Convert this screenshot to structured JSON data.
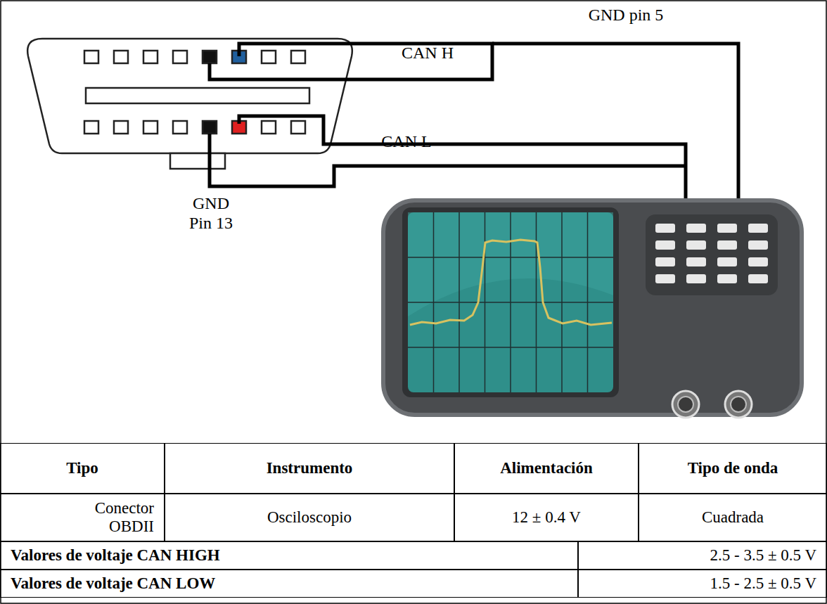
{
  "diagram": {
    "labels": [
      "GND pin 5",
      "CAN H",
      "CAN L",
      "GND Pin 13",
      "Tipo",
      "Instrumento",
      "Alimentación",
      "Tipo de onda",
      "Conector OBDII",
      "Osciloscopio",
      "12 ± 0.4 V",
      "Cuadrada",
      "Valores de voltaje CAN HIGH",
      "2.5 - 3.5 ± 0.5 V",
      "Valores de voltaje CAN LOW",
      "1.5 - 2.5 ± 0.5 V"
    ]
  }
}
